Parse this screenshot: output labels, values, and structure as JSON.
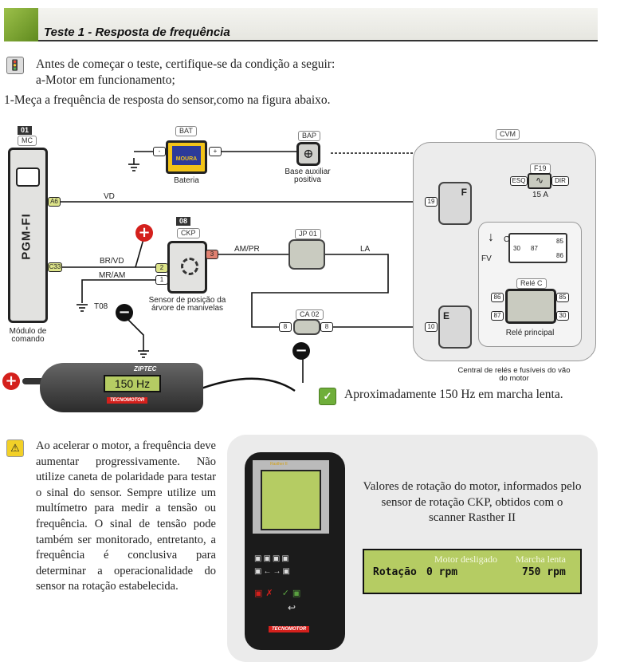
{
  "header": {
    "title": "Teste 1 - Resposta de frequência"
  },
  "intro": {
    "line1": "Antes de começar o teste, certifique-se da condição a seguir:",
    "line2": "a-Motor em funcionamento;",
    "step1": "1-Meça a frequência de resposta do sensor,como na figura abaixo."
  },
  "diagram": {
    "mc": {
      "num": "01",
      "code": "MC",
      "name": "PGM-FI",
      "caption": "Módulo de comando",
      "pin_a6": "A6",
      "pin_c33": "C33"
    },
    "bat": {
      "code": "BAT",
      "brand": "MOURA",
      "caption": "Bateria",
      "neg": "-",
      "pos": "+"
    },
    "bap": {
      "code": "BAP",
      "caption": "Base auxiliar positiva"
    },
    "ckp": {
      "num": "08",
      "code": "CKP",
      "caption": "Sensor de posição da árvore de manivelas",
      "pin1": "1",
      "pin2": "2",
      "pin3": "3"
    },
    "wires": {
      "vd": "VD",
      "brvd": "BR/VD",
      "mram": "MR/AM",
      "ampr": "AM/PR",
      "la": "LA",
      "t08": "T08"
    },
    "jp01": {
      "code": "JP 01"
    },
    "ca02": {
      "code": "CA 02",
      "pin_left": "8",
      "pin_right": "8"
    },
    "cvm": {
      "code": "CVM",
      "caption": "Central de relés e fusíveis do vão do motor",
      "f": "F",
      "e": "E",
      "pin19": "19",
      "pin10": "10"
    },
    "fuse": {
      "code": "F19",
      "left": "ESQ",
      "right": "DIR",
      "rating": "15 A"
    },
    "relay": {
      "code": "Relé C",
      "caption": "Relé principal",
      "c": "C",
      "fv": "FV",
      "p30": "30",
      "p87": "87",
      "p85": "85",
      "p86": "86"
    },
    "probe_pos": "+",
    "probe_neg": "−"
  },
  "meter": {
    "brand": "ZIPTEC",
    "reading": "150 Hz",
    "maker": "TECNOMOTOR"
  },
  "result": {
    "text": "Aproximadamente 150 Hz em marcha lenta."
  },
  "warning": {
    "text": "Ao acelerar o motor, a frequência deve aumentar progressivamente. Não utilize caneta de polaridade para testar o sinal do sensor. Sempre utilize um multímetro para medir a tensão ou frequência. O sinal de tensão pode também ser monitorado, entretanto, a frequência é conclusiva para determinar a operacionalidade do sensor na rotação estabelecida."
  },
  "scanner": {
    "caption": "Valores de rotação do motor, informados pelo sensor de rotação CKP, obtidos com o scanner Rasther II",
    "brand": "Rasther II",
    "maker": "TECNOMOTOR",
    "lcd": {
      "label_off": "Motor desligado",
      "label_idle": "Marcha lenta",
      "param": "Rotação",
      "value_off": "0 rpm",
      "value_idle": "750 rpm"
    }
  },
  "colors": {
    "accent": "#7aa32e",
    "lcd": "#b5cc63",
    "red": "#d4201c"
  }
}
